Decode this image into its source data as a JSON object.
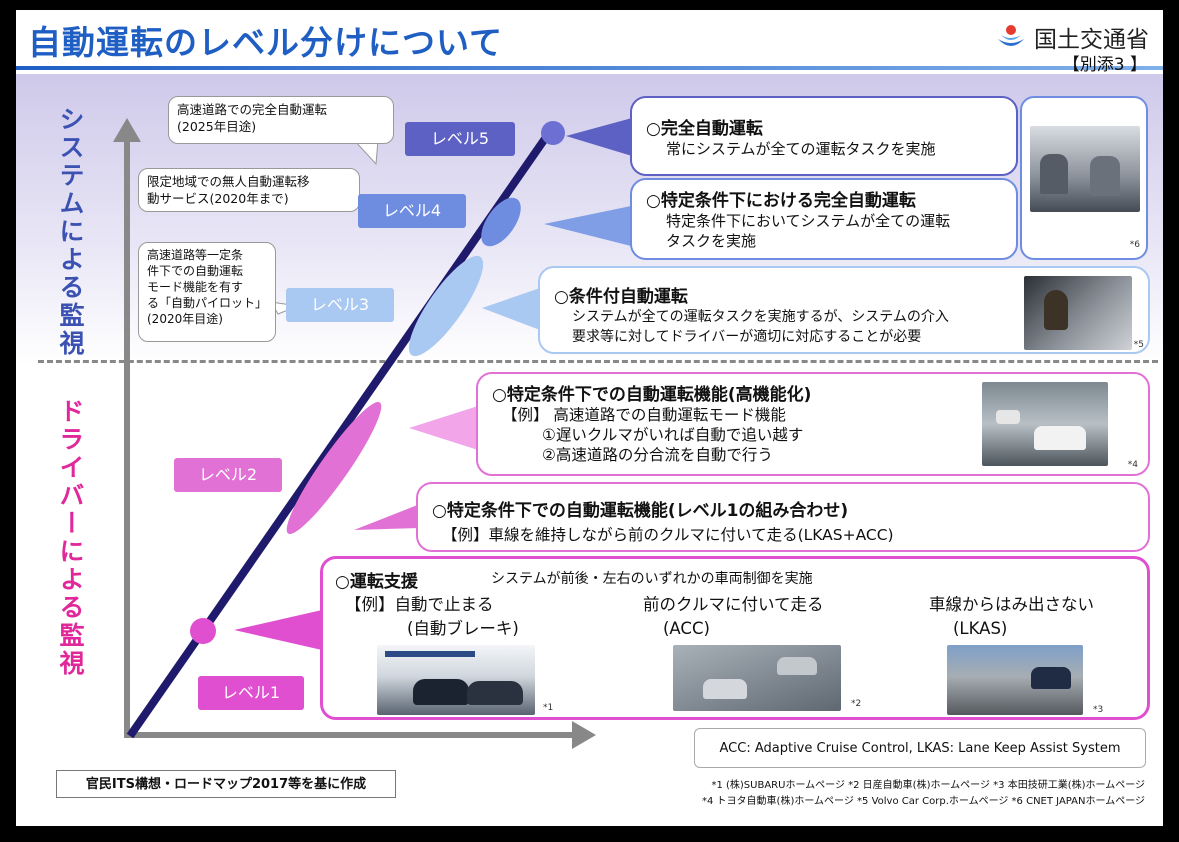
{
  "header": {
    "title": "自動運転のレベル分けについて",
    "ministry": "国土交通省",
    "attachment": "【別添3 】"
  },
  "axes": {
    "system_monitoring": "システムによる監視",
    "driver_monitoring": "ドライバーによる監視"
  },
  "levels": [
    {
      "label": "レベル5",
      "color": "#5e61c4"
    },
    {
      "label": "レベル4",
      "color": "#6f8de0"
    },
    {
      "label": "レベル3",
      "color": "#a9c8f2"
    },
    {
      "label": "レベル2",
      "color": "#e271d6"
    },
    {
      "label": "レベル1",
      "color": "#e04fcf"
    }
  ],
  "roadmap": [
    {
      "text": "高速道路での完全自動運転\n(2025年目途)"
    },
    {
      "text": "限定地域での無人自動運転移\n動サービス(2020年まで)"
    },
    {
      "text": "高速道路等一定条\n件下での自動運転\nモード機能を有す\nる「自動パイロット」\n(2020年目途)"
    }
  ],
  "descriptions": {
    "l5": {
      "title": "○完全自動運転",
      "text": "常にシステムが全ての運転タスクを実施"
    },
    "l4": {
      "title": "○特定条件下における完全自動運転",
      "line1": "特定条件下においてシステムが全ての運転",
      "line2": "タスクを実施",
      "footnote": "*6"
    },
    "l3": {
      "title": "○条件付自動運転",
      "line1": "システムが全ての運転タスクを実施するが、システムの介入",
      "line2": "要求等に対してドライバーが適切に対応することが必要",
      "footnote": "*5"
    },
    "l2a": {
      "title": "○特定条件下での自動運転機能(高機能化)",
      "line1": "【例】 高速道路での自動運転モード機能",
      "line2": "①遅いクルマがいれば自動で追い越す",
      "line3": "②高速道路の分合流を自動で行う",
      "footnote": "*4"
    },
    "l2b": {
      "title": "○特定条件下での自動運転機能(レベル1の組み合わせ)",
      "text": "【例】車線を維持しながら前のクルマに付いて走る(LKAS+ACC)"
    },
    "l1": {
      "title": "○運転支援",
      "subtitle": "システムが前後・左右のいずれかの車両制御を実施",
      "ex1a": "【例】自動で止まる",
      "ex1b": "(自動ブレーキ)",
      "fn1": "*1",
      "ex2a": "前のクルマに付いて走る",
      "ex2b": "(ACC)",
      "fn2": "*2",
      "ex3a": "車線からはみ出さない",
      "ex3b": "(LKAS)",
      "fn3": "*3"
    }
  },
  "footer": {
    "acronyms": "ACC: Adaptive Cruise Control, LKAS: Lane Keep Assist System",
    "basis": "官民ITS構想・ロードマップ2017等を基に作成",
    "credits1": "*1 (株)SUBARUホームページ *2 日産自動車(株)ホームページ *3 本田技研工業(株)ホームページ",
    "credits2": "*4 トヨタ自動車(株)ホームページ *5 Volvo Car Corp.ホームページ *6 CNET JAPANホームページ"
  }
}
